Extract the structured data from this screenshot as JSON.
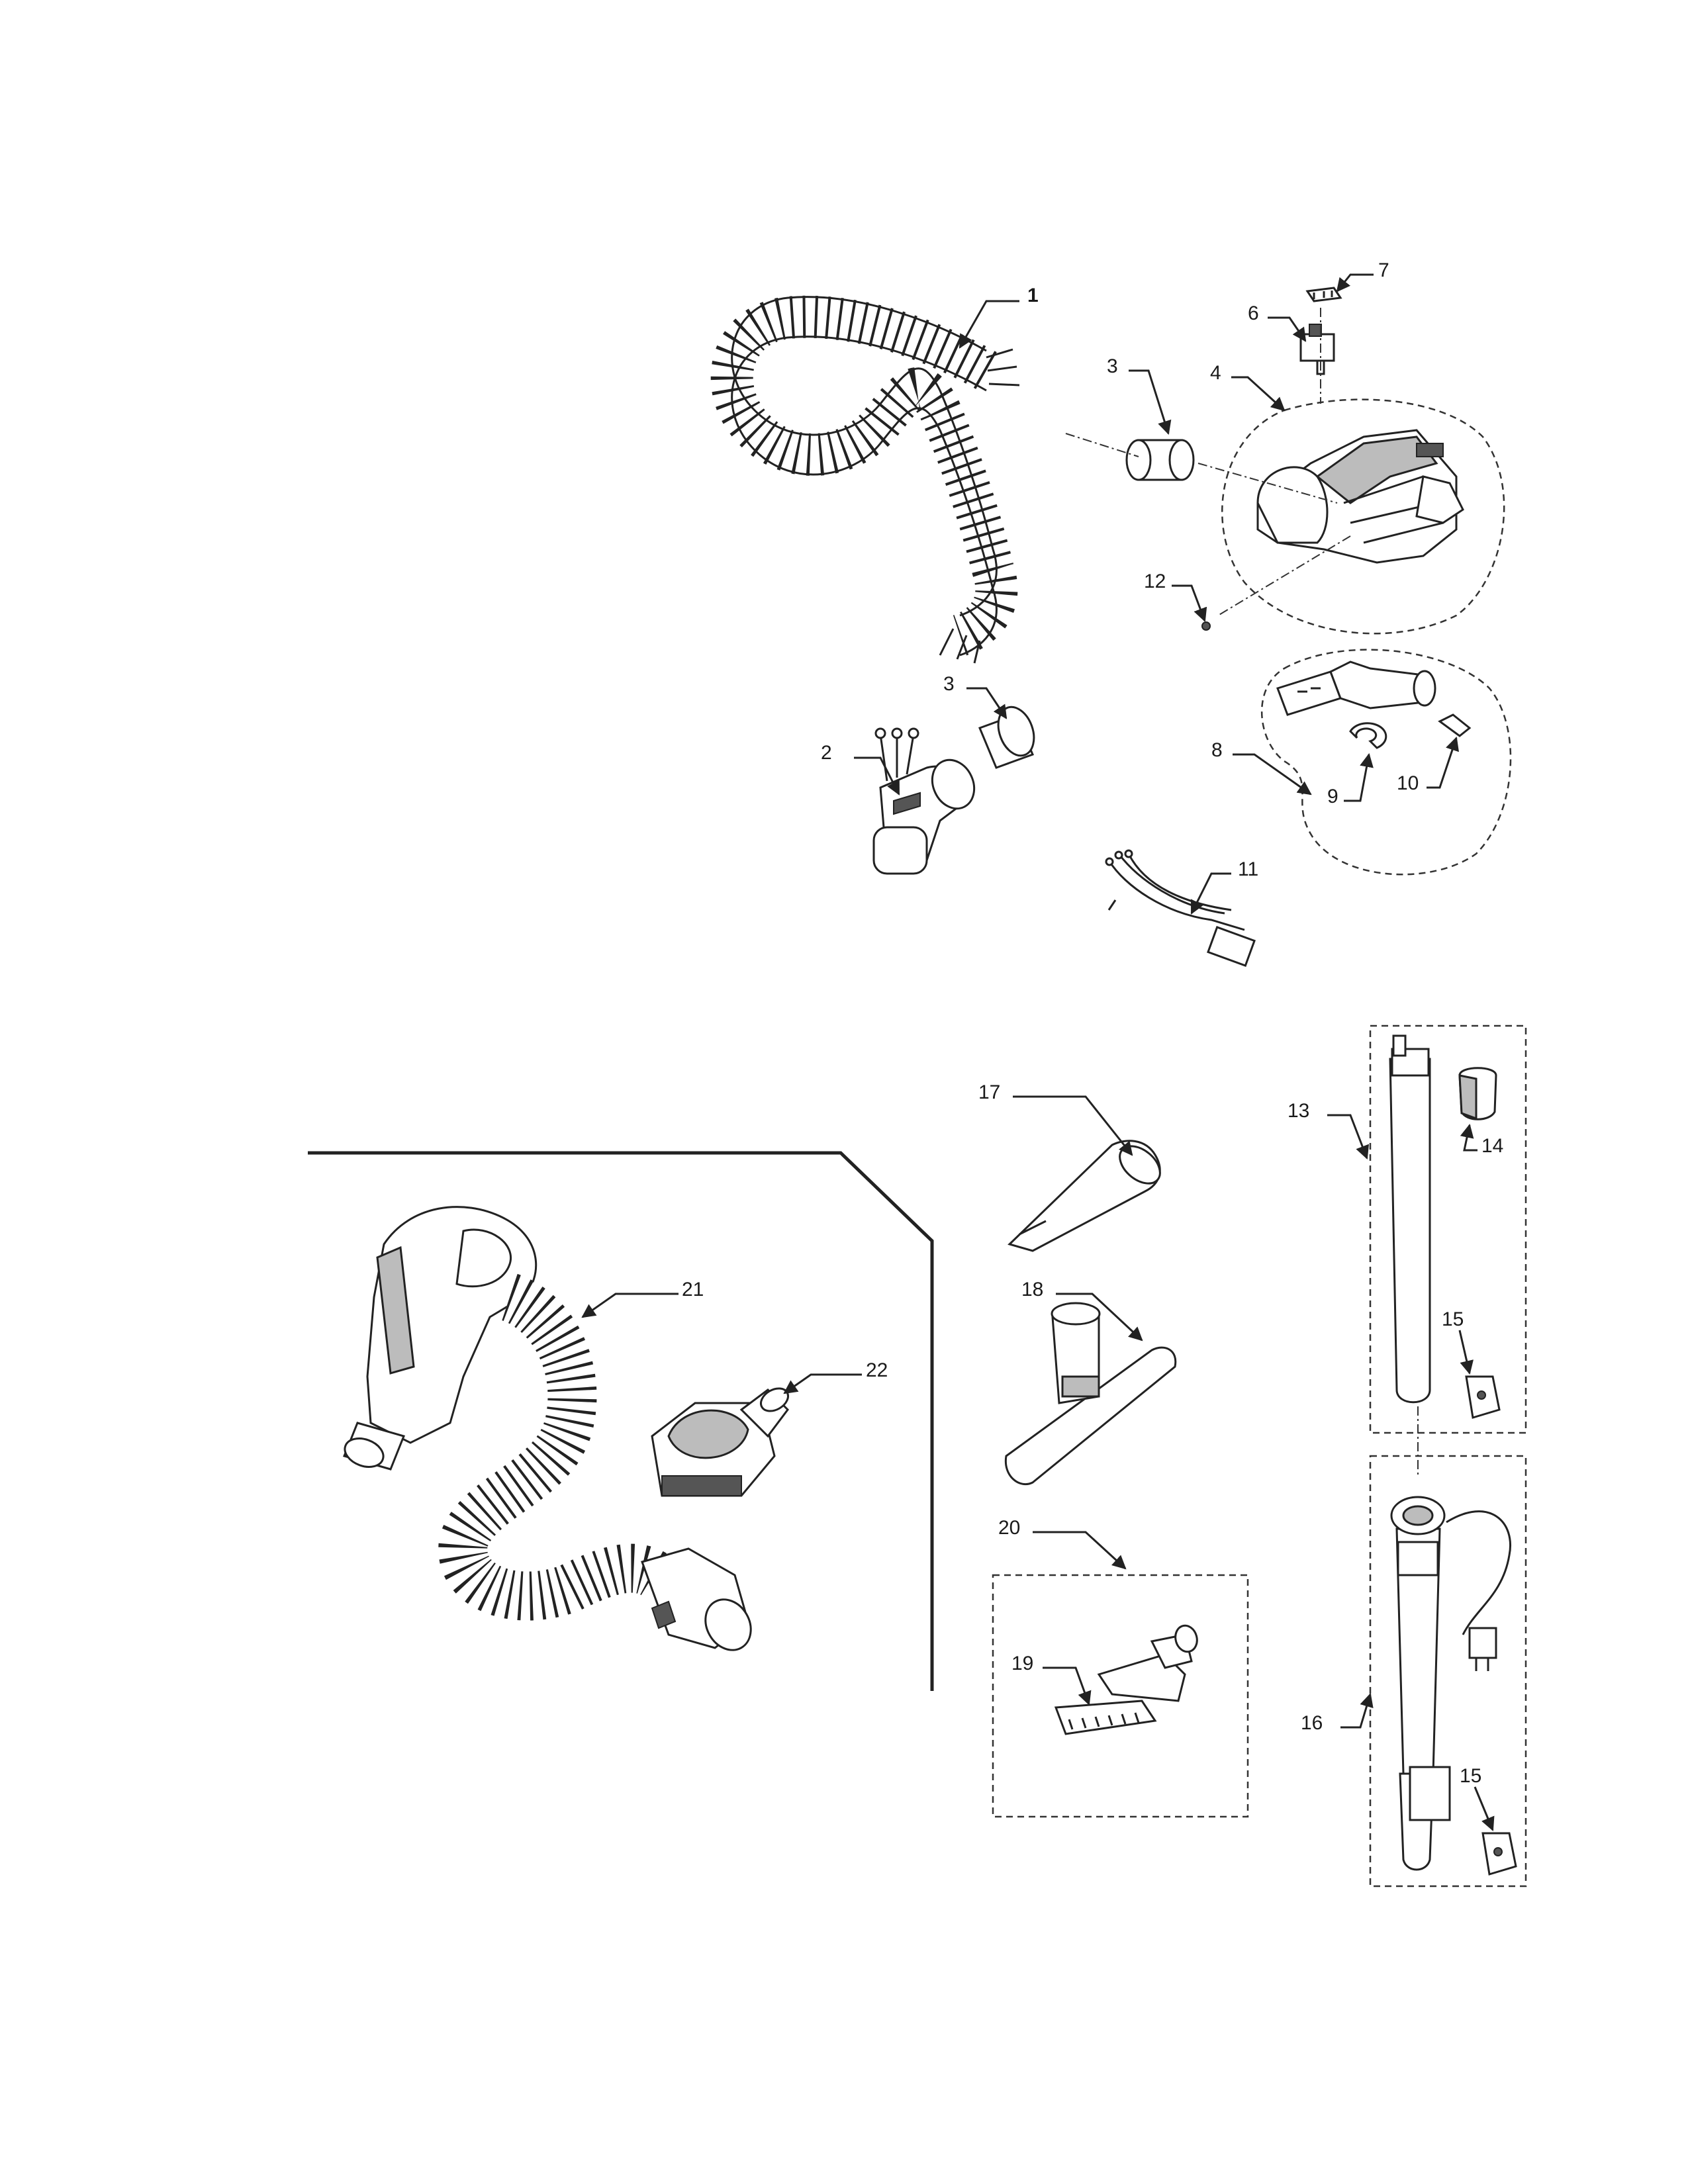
{
  "diagram": {
    "callouts": [
      {
        "id": "c1",
        "label": "1"
      },
      {
        "id": "c2",
        "label": "2"
      },
      {
        "id": "c3a",
        "label": "3"
      },
      {
        "id": "c3b",
        "label": "3"
      },
      {
        "id": "c4",
        "label": "4"
      },
      {
        "id": "c6",
        "label": "6"
      },
      {
        "id": "c7",
        "label": "7"
      },
      {
        "id": "c8",
        "label": "8"
      },
      {
        "id": "c9",
        "label": "9"
      },
      {
        "id": "c10",
        "label": "10"
      },
      {
        "id": "c11",
        "label": "11"
      },
      {
        "id": "c12",
        "label": "12"
      },
      {
        "id": "c13",
        "label": "13"
      },
      {
        "id": "c14",
        "label": "14"
      },
      {
        "id": "c15a",
        "label": "15"
      },
      {
        "id": "c15b",
        "label": "15"
      },
      {
        "id": "c16",
        "label": "16"
      },
      {
        "id": "c17",
        "label": "17"
      },
      {
        "id": "c18",
        "label": "18"
      },
      {
        "id": "c19",
        "label": "19"
      },
      {
        "id": "c20",
        "label": "20"
      },
      {
        "id": "c21",
        "label": "21"
      },
      {
        "id": "c22",
        "label": "22"
      }
    ]
  }
}
